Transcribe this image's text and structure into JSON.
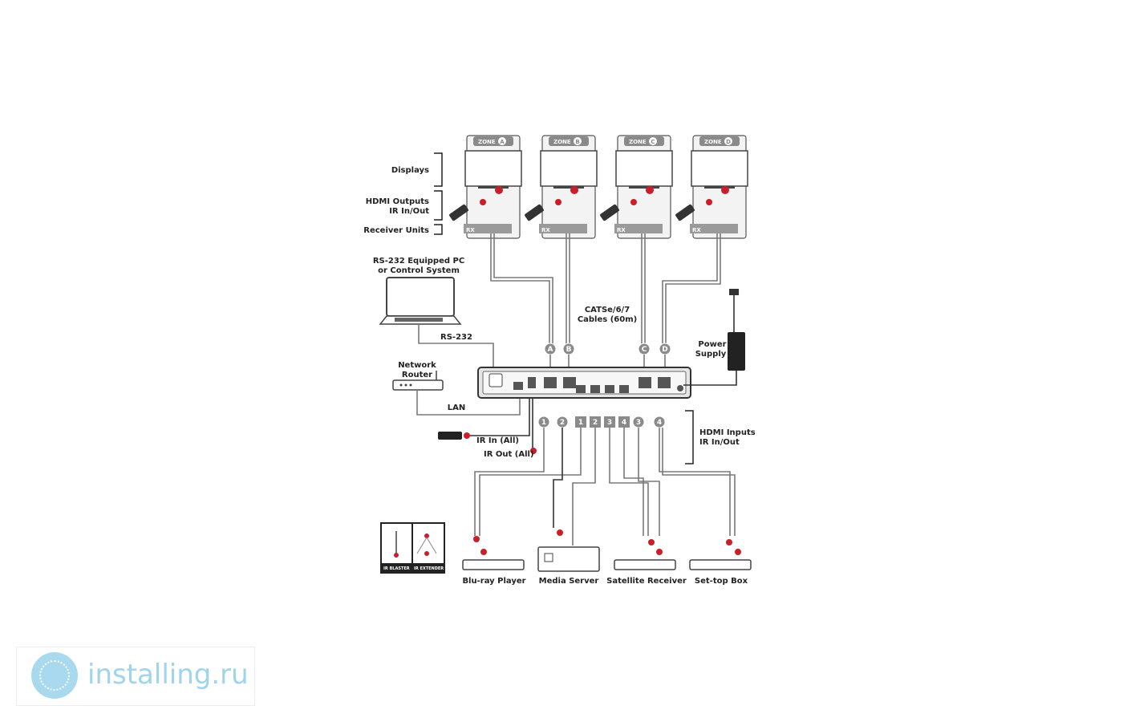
{
  "diagram": {
    "zones": [
      {
        "label": "ZONE",
        "letter": "A",
        "rx": "RX"
      },
      {
        "label": "ZONE",
        "letter": "B",
        "rx": "RX"
      },
      {
        "label": "ZONE",
        "letter": "C",
        "rx": "RX"
      },
      {
        "label": "ZONE",
        "letter": "D",
        "rx": "RX"
      }
    ],
    "left_labels": {
      "displays": "Displays",
      "hdmi_outputs_line1": "HDMI Outputs",
      "hdmi_outputs_line2": "IR In/Out",
      "receiver_units": "Receiver Units"
    },
    "pc": {
      "line1": "RS-232 Equipped PC",
      "line2": "or Control System",
      "cable": "RS-232"
    },
    "router": {
      "line1": "Network",
      "line2": "Router",
      "cable": "LAN"
    },
    "cat_cables": {
      "line1": "CATSe/6/7",
      "line2": "Cables (60m)"
    },
    "power": {
      "line1": "Power",
      "line2": "Supply"
    },
    "zone_markers": [
      "A",
      "B",
      "C",
      "D"
    ],
    "ir_labels": {
      "in": "IR In (All)",
      "out": "IR Out (All)"
    },
    "hdmi_inputs": {
      "line1": "HDMI Inputs",
      "line2": "IR In/Out"
    },
    "input_numbers": [
      "1",
      "2",
      "3",
      "4"
    ],
    "sources": [
      "Blu-ray Player",
      "Media Server",
      "Satellite Receiver",
      "Set-top Box"
    ],
    "ir_legend": {
      "blaster": "IR BLASTER",
      "extender": "IR EXTENDER"
    }
  },
  "watermark": {
    "text": "installing.ru"
  },
  "colors": {
    "accent_red": "#c8202b",
    "cable_gray": "#7a7a7a",
    "watermark_blue": "#9fd4ec"
  }
}
